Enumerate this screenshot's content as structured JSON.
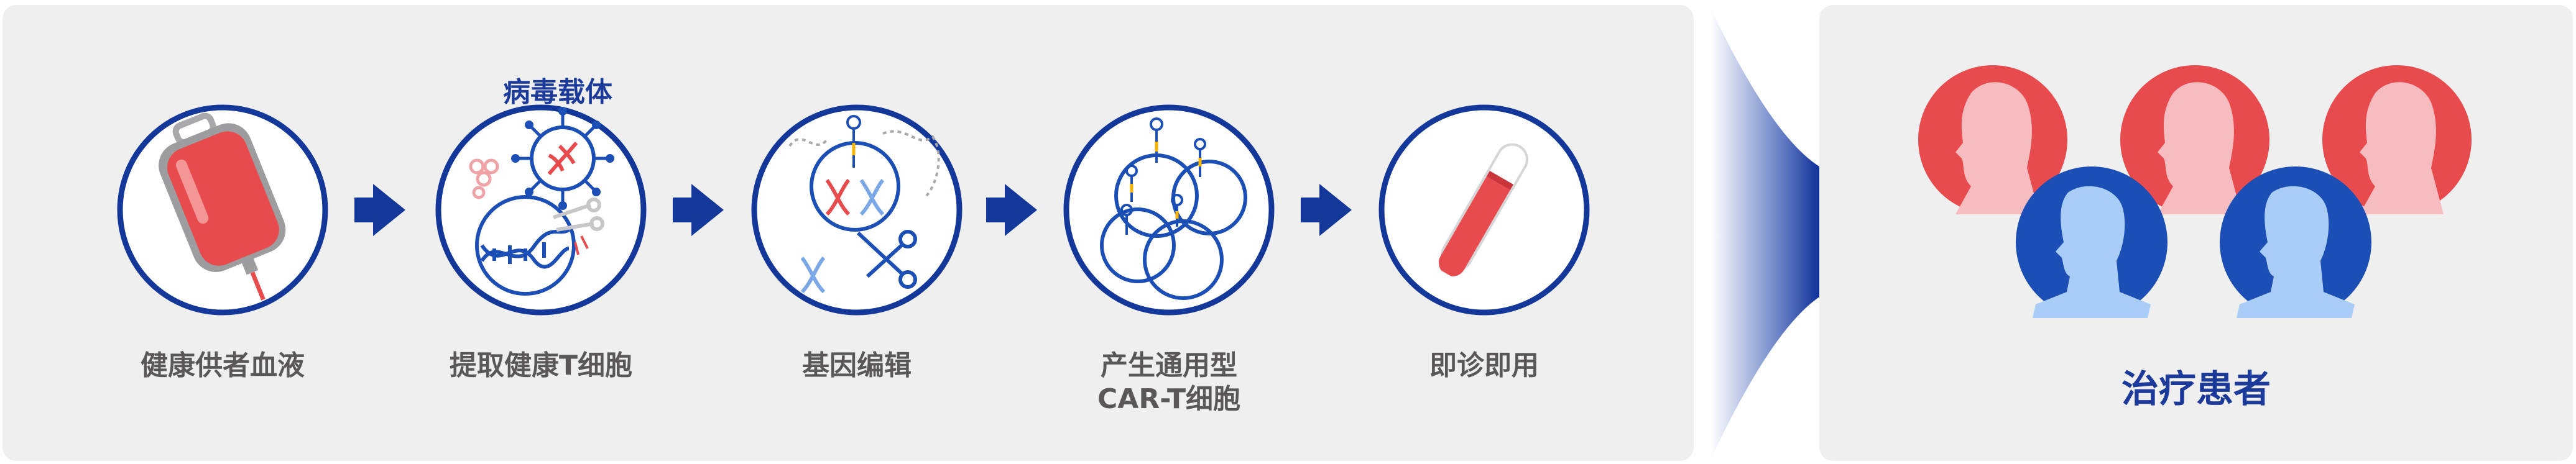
{
  "steps": [
    {
      "label": "健康供者血液"
    },
    {
      "label": "提取健康T细胞"
    },
    {
      "label": "基因编辑"
    },
    {
      "label": "产生通用型",
      "label2": "CAR-T细胞"
    },
    {
      "label": "即诊即用"
    }
  ],
  "vector_label": "病毒载体",
  "patients_label": "治疗患者",
  "colors": {
    "navy": "#14379a",
    "red": "#e84b4e",
    "pink": "#f6bcc0",
    "blue": "#1c4fb5",
    "lightblue": "#a9cdf6",
    "panel": "#efeff0",
    "text": "#595757"
  },
  "icons": [
    "blood-bag-icon",
    "virus-icon",
    "dna-icon",
    "scissors-icon",
    "t-cell-icon",
    "test-tube-icon",
    "female-patient-icon",
    "male-patient-icon"
  ]
}
